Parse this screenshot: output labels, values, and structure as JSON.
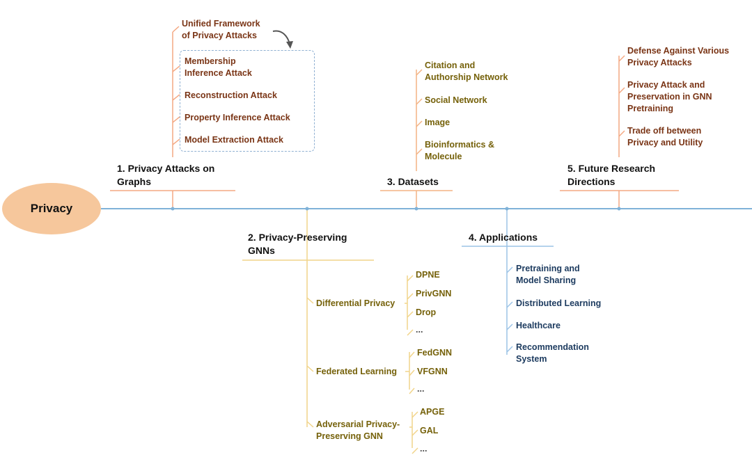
{
  "root": {
    "label": "Privacy"
  },
  "colors": {
    "spine": "#7fb2d8",
    "central_fill": "#f6c79c",
    "branch1": "#f4a882",
    "branch2": "#f1d48a",
    "branch3": "#f3b384",
    "branch4": "#9cc3e6",
    "branch5": "#f4a882",
    "text_brown": "#7a3516",
    "text_olive": "#75610a",
    "text_navy": "#1e3c60"
  },
  "branches": {
    "b1": {
      "title": "1. Privacy Attacks on\nGraphs",
      "framework": "Unified Framework\nof Privacy Attacks",
      "items": [
        "Membership\nInference Attack",
        "Reconstruction Attack",
        "Property Inference Attack",
        "Model Extraction Attack"
      ]
    },
    "b2": {
      "title": "2. Privacy-Preserving\nGNNs",
      "groups": [
        {
          "label": "Differential Privacy",
          "children": [
            "DPNE",
            "PrivGNN",
            "Drop",
            "..."
          ]
        },
        {
          "label": "Federated Learning",
          "children": [
            "FedGNN",
            "VFGNN",
            "..."
          ]
        },
        {
          "label": "Adversarial Privacy-\nPreserving GNN",
          "children": [
            "APGE",
            "GAL",
            "..."
          ]
        }
      ]
    },
    "b3": {
      "title": "3. Datasets",
      "items": [
        "Citation and\nAuthorship Network",
        "Social Network",
        "Image",
        "Bioinformatics &\nMolecule"
      ]
    },
    "b4": {
      "title": "4. Applications",
      "items": [
        "Pretraining and\nModel Sharing",
        "Distributed Learning",
        "Healthcare",
        "Recommendation\nSystem"
      ]
    },
    "b5": {
      "title": "5. Future Research\nDirections",
      "items": [
        "Defense Against Various\nPrivacy Attacks",
        "Privacy Attack and\nPreservation in GNN\nPretraining",
        "Trade off between\nPrivacy and Utility"
      ]
    }
  }
}
